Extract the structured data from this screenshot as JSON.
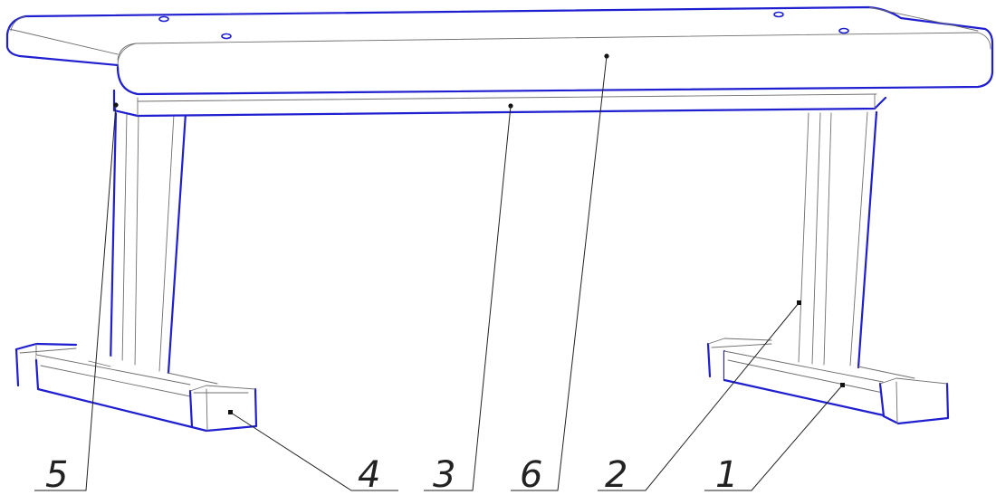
{
  "callouts": [
    {
      "id": "5",
      "label": "5"
    },
    {
      "id": "4",
      "label": "4"
    },
    {
      "id": "3",
      "label": "3"
    },
    {
      "id": "6",
      "label": "6"
    },
    {
      "id": "2",
      "label": "2"
    },
    {
      "id": "1",
      "label": "1"
    }
  ],
  "colors": {
    "edge_outline": "#1f1fd0",
    "edge_detail": "#6f6f6f",
    "leader": "#222222",
    "background": "#ffffff"
  }
}
